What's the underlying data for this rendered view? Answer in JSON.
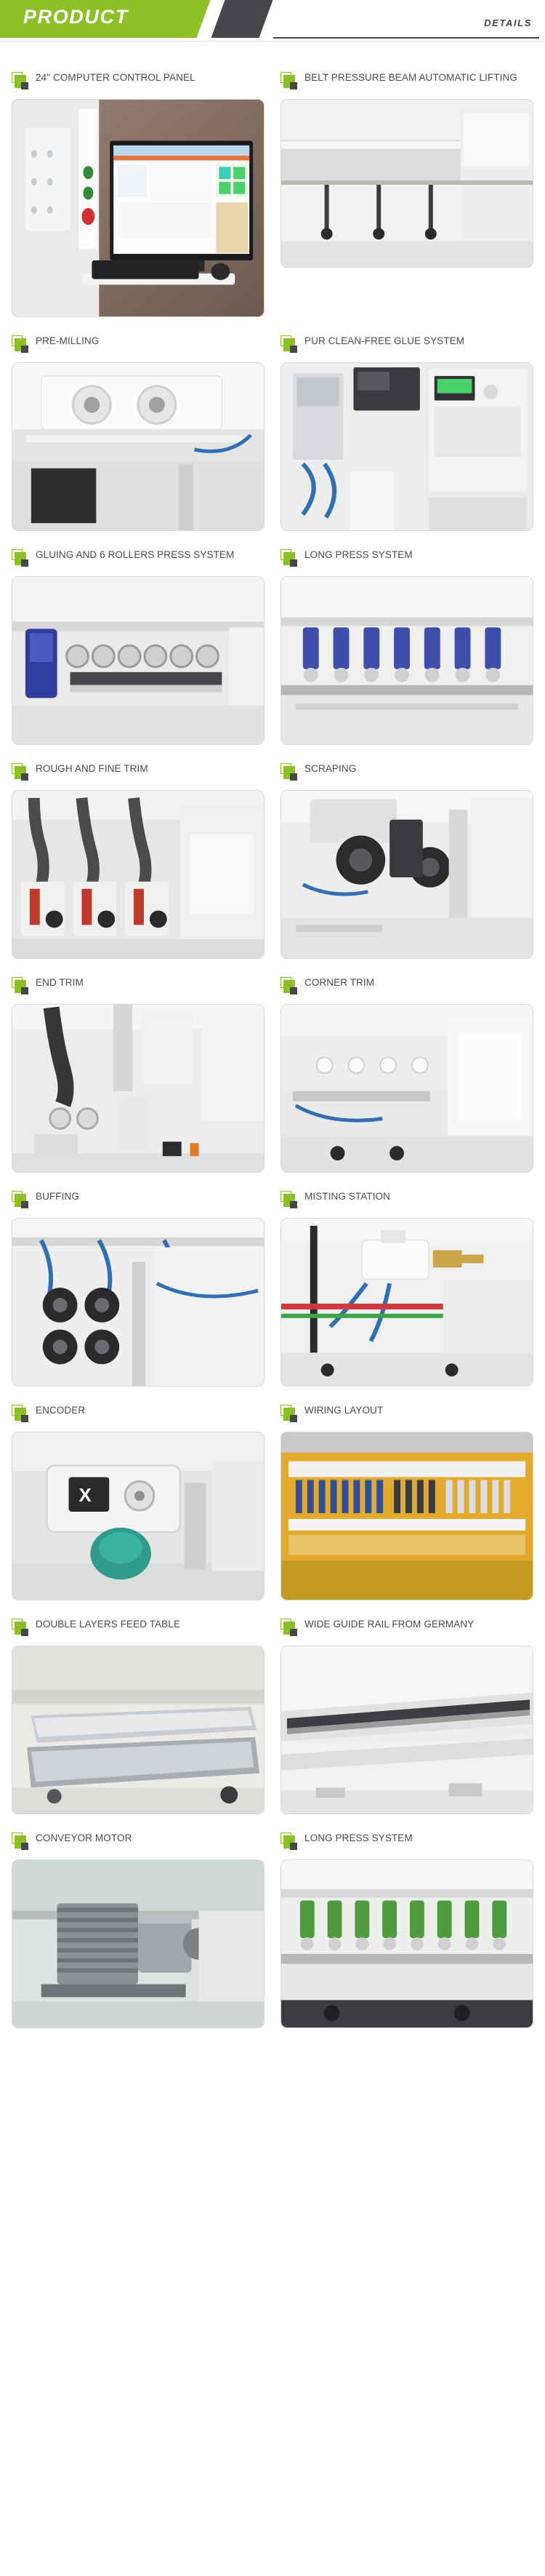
{
  "header": {
    "title": "PRODUCT",
    "subtitle": "DETAILS",
    "accent_color": "#8cc125",
    "dark_color": "#46474b"
  },
  "features": [
    {
      "label": "24\" COMPUTER CONTROL PANEL",
      "image": "computer-control-panel-photo"
    },
    {
      "label": "BELT PRESSURE BEAM AUTOMATIC LIFTING",
      "image": "belt-pressure-beam-photo"
    },
    {
      "label": "PRE-MILLING",
      "image": "pre-milling-photo"
    },
    {
      "label": "PUR CLEAN-FREE GLUE SYSTEM",
      "image": "pur-glue-system-photo"
    },
    {
      "label": "GLUING AND 6 ROLLERS PRESS SYSTEM",
      "image": "gluing-rollers-press-photo"
    },
    {
      "label": "LONG PRESS SYSTEM",
      "image": "long-press-system-photo"
    },
    {
      "label": "ROUGH AND FINE TRIM",
      "image": "rough-fine-trim-photo"
    },
    {
      "label": "SCRAPING",
      "image": "scraping-photo"
    },
    {
      "label": "END TRIM",
      "image": "end-trim-photo"
    },
    {
      "label": "CORNER TRIM",
      "image": "corner-trim-photo"
    },
    {
      "label": "BUFFING",
      "image": "buffing-photo"
    },
    {
      "label": "MISTING STATION",
      "image": "misting-station-photo"
    },
    {
      "label": "ENCODER",
      "image": "encoder-photo"
    },
    {
      "label": "WIRING LAYOUT",
      "image": "wiring-layout-photo"
    },
    {
      "label": "DOUBLE LAYERS FEED TABLE",
      "image": "double-layers-feed-table-photo"
    },
    {
      "label": "WIDE GUIDE RAIL FROM GERMANY",
      "image": "wide-guide-rail-photo"
    },
    {
      "label": "CONVEYOR MOTOR",
      "image": "conveyor-motor-photo"
    },
    {
      "label": "LONG PRESS SYSTEM",
      "image": "long-press-system-photo-2"
    }
  ]
}
